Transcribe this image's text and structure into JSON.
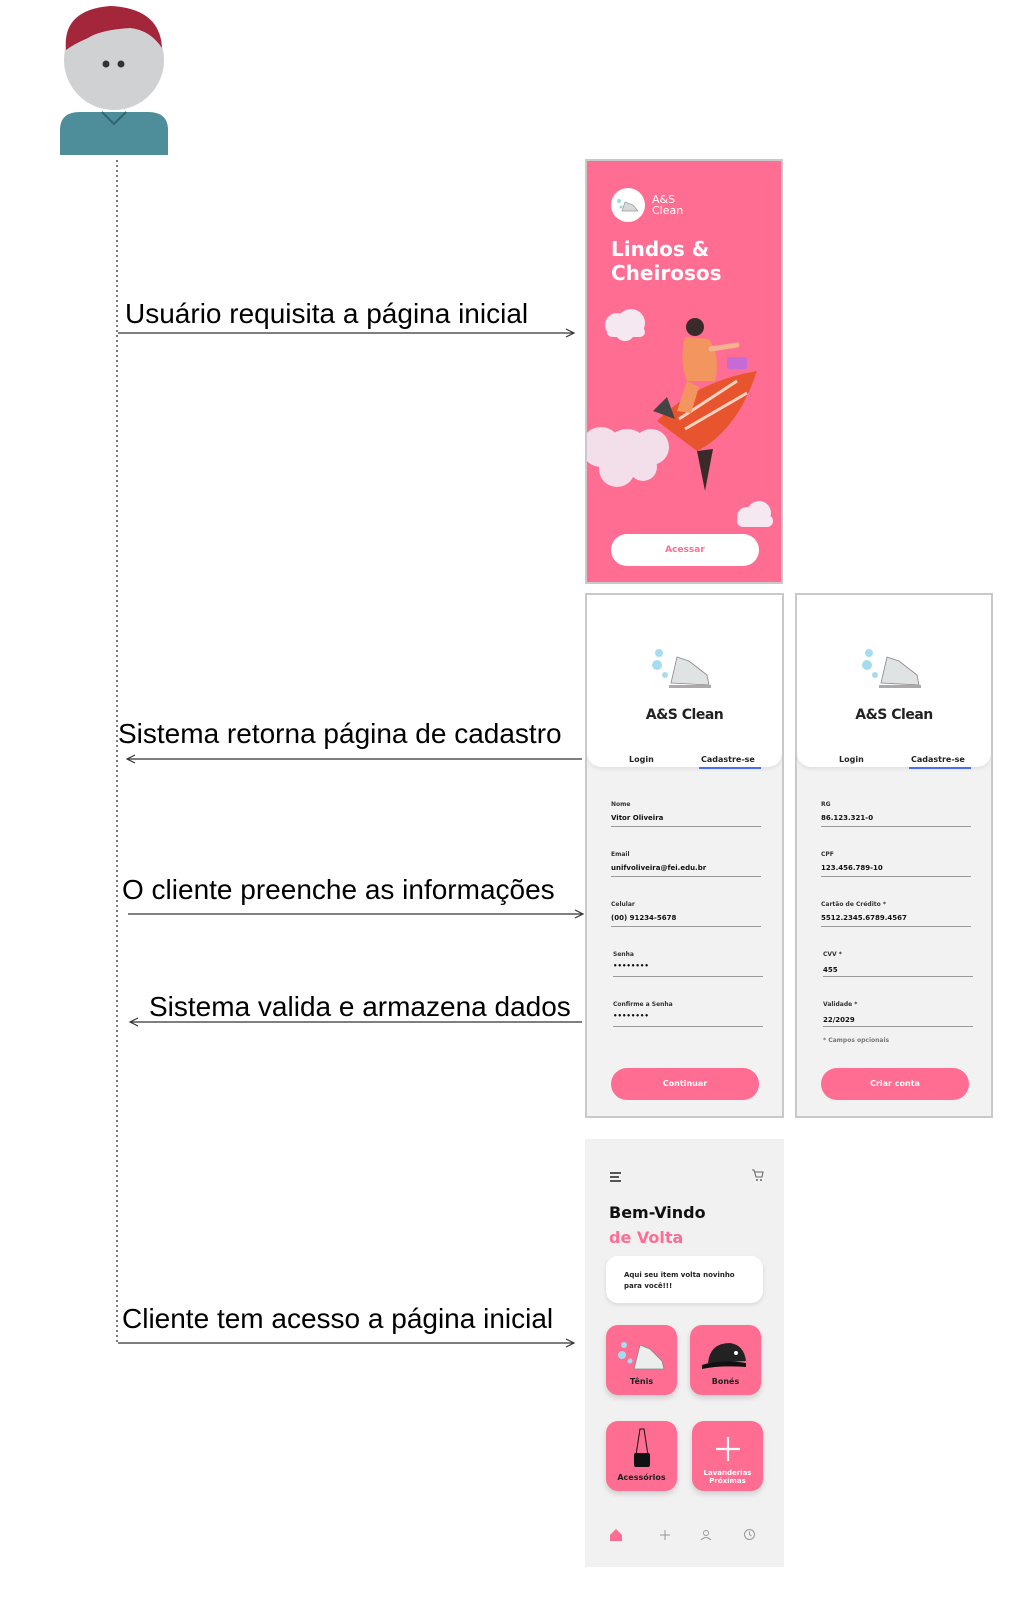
{
  "messages": [
    {
      "text": "Usuário requisita a página inicial"
    },
    {
      "text": "Sistema retorna página de cadastro"
    },
    {
      "text": "O cliente preenche as informações"
    },
    {
      "text": "Sistema valida e armazena dados"
    },
    {
      "text": "Cliente tem acesso a página inicial"
    }
  ],
  "splash": {
    "logo": "A&S Clean",
    "title_line1": "Lindos &",
    "title_line2": "Cheirosos",
    "button": "Acessar",
    "colors": {
      "background": "#ff6d92"
    }
  },
  "register_left": {
    "brand": "A&S Clean",
    "tab_login": "Login",
    "tab_signup": "Cadastre-se",
    "fields": [
      {
        "label": "Nome",
        "value": "Vitor Oliveira"
      },
      {
        "label": "Email",
        "value": "unifvoliveira@fei.edu.br"
      },
      {
        "label": "Celular",
        "value": "(00) 91234-5678"
      },
      {
        "label": "Senha",
        "value": "••••••••"
      },
      {
        "label": "Confirme a Senha",
        "value": "••••••••"
      }
    ],
    "button": "Continuar"
  },
  "register_right": {
    "brand": "A&S Clean",
    "tab_login": "Login",
    "tab_signup": "Cadastre-se",
    "fields": [
      {
        "label": "RG",
        "value": "86.123.321-0"
      },
      {
        "label": "CPF",
        "value": "123.456.789-10"
      },
      {
        "label": "Cartão de Crédito *",
        "value": "5512.2345.6789.4567"
      },
      {
        "label": "CVV *",
        "value": "455"
      },
      {
        "label": "Validade *",
        "value": "22/2029"
      }
    ],
    "note": "* Campos opcionais",
    "button": "Criar conta"
  },
  "home": {
    "title": "Bem-Vindo",
    "subtitle": "de Volta",
    "bubble": "Aqui seu item volta novinho para você!!!",
    "tiles": [
      "Tênis",
      "Bonés",
      "Acessórios",
      "Lavanderias Próximas"
    ],
    "nav_icons": [
      "home-icon",
      "plus-icon",
      "user-icon",
      "history-icon"
    ]
  }
}
